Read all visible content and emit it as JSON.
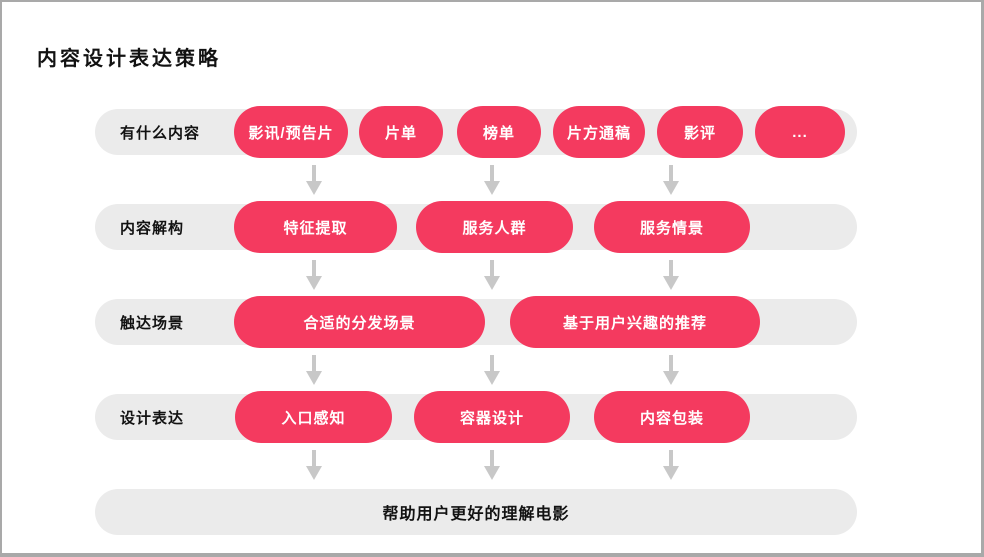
{
  "page": {
    "title": "内容设计表达策略"
  },
  "rows": [
    {
      "label": "有什么内容",
      "pills": [
        "影讯/预告片",
        "片单",
        "榜单",
        "片方通稿",
        "影评",
        "..."
      ]
    },
    {
      "label": "内容解构",
      "pills": [
        "特征提取",
        "服务人群",
        "服务情景"
      ]
    },
    {
      "label": "触达场景",
      "pills": [
        "合适的分发场景",
        "基于用户兴趣的推荐"
      ]
    },
    {
      "label": "设计表达",
      "pills": [
        "入口感知",
        "容器设计",
        "内容包装"
      ]
    }
  ],
  "footer": {
    "label": "帮助用户更好的理解电影"
  },
  "icons": {
    "down_arrow": "down-arrow-icon"
  },
  "colors": {
    "pill_pink": "#f43a5f",
    "track_gray": "#ebebeb",
    "arrow_gray": "#c8c8c8",
    "text_dark": "#121212",
    "frame_border": "#a9a9a9",
    "background": "#ffffff"
  }
}
